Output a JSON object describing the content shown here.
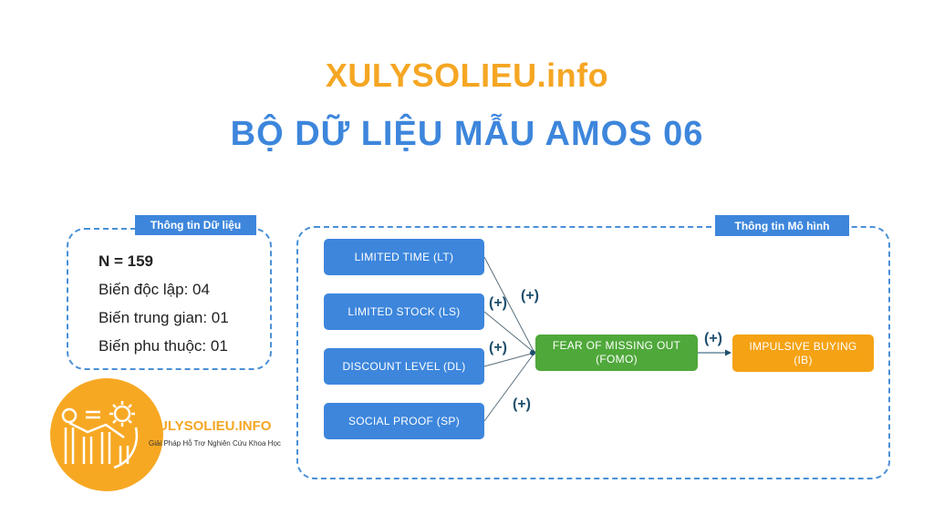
{
  "header": {
    "site": "XULYSOLIEU.info",
    "title": "BỘ DỮ LIỆU MẪU AMOS 06"
  },
  "data_info": {
    "tag": "Thông tin Dữ liệu",
    "n": "N = 159",
    "independent": "Biến độc lập: 04",
    "mediator": "Biến trung gian: 01",
    "dependent": "Biến phu thuộc: 01"
  },
  "model_info": {
    "tag": "Thông tin Mô hình",
    "independents": [
      "LIMITED TIME (LT)",
      "LIMITED STOCK (LS)",
      "DISCOUNT LEVEL (DL)",
      "SOCIAL PROOF (SP)"
    ],
    "mediator_line1": "FEAR OF MISSING OUT",
    "mediator_line2": "(FOMO)",
    "dependent_line1": "IMPULSIVE BUYING",
    "dependent_line2": "(IB)",
    "sign": "(+)"
  },
  "logo": {
    "name": "XULYSOLIEU.INFO",
    "tagline": "Giải Pháp Hỗ Trợ Nghiên Cứu Khoa Học"
  },
  "colors": {
    "orange": "#f5a623",
    "blue": "#3d86dc",
    "green": "#4fa83a"
  }
}
